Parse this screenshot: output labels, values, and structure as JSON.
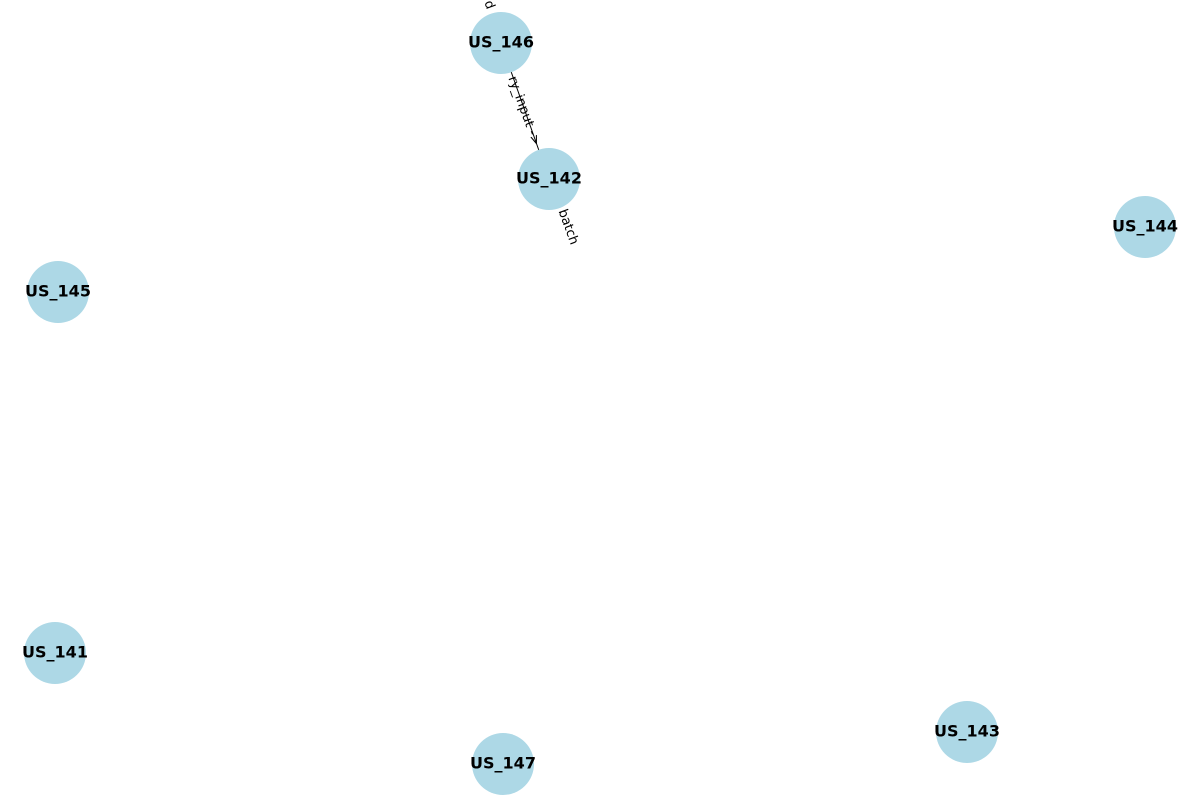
{
  "nodes": [
    {
      "id": "US_146",
      "label": "US_146",
      "color": "#add8e6"
    },
    {
      "id": "US_142",
      "label": "US_142",
      "color": "#add8e6"
    },
    {
      "id": "US_144",
      "label": "US_144",
      "color": "#add8e6"
    },
    {
      "id": "US_145",
      "label": "US_145",
      "color": "#add8e6"
    },
    {
      "id": "US_141",
      "label": "US_141",
      "color": "#add8e6"
    },
    {
      "id": "US_147",
      "label": "US_147",
      "color": "#add8e6"
    },
    {
      "id": "US_143",
      "label": "US_143",
      "color": "#add8e6"
    }
  ],
  "edge_labels": [
    {
      "id": "edge-label-top",
      "text": "d"
    },
    {
      "id": "edge-label-middle",
      "text": "ry_input ->"
    },
    {
      "id": "edge-label-batch",
      "text": "batch"
    }
  ],
  "node_font_color": "#000000",
  "edge_label_color": "#000000"
}
